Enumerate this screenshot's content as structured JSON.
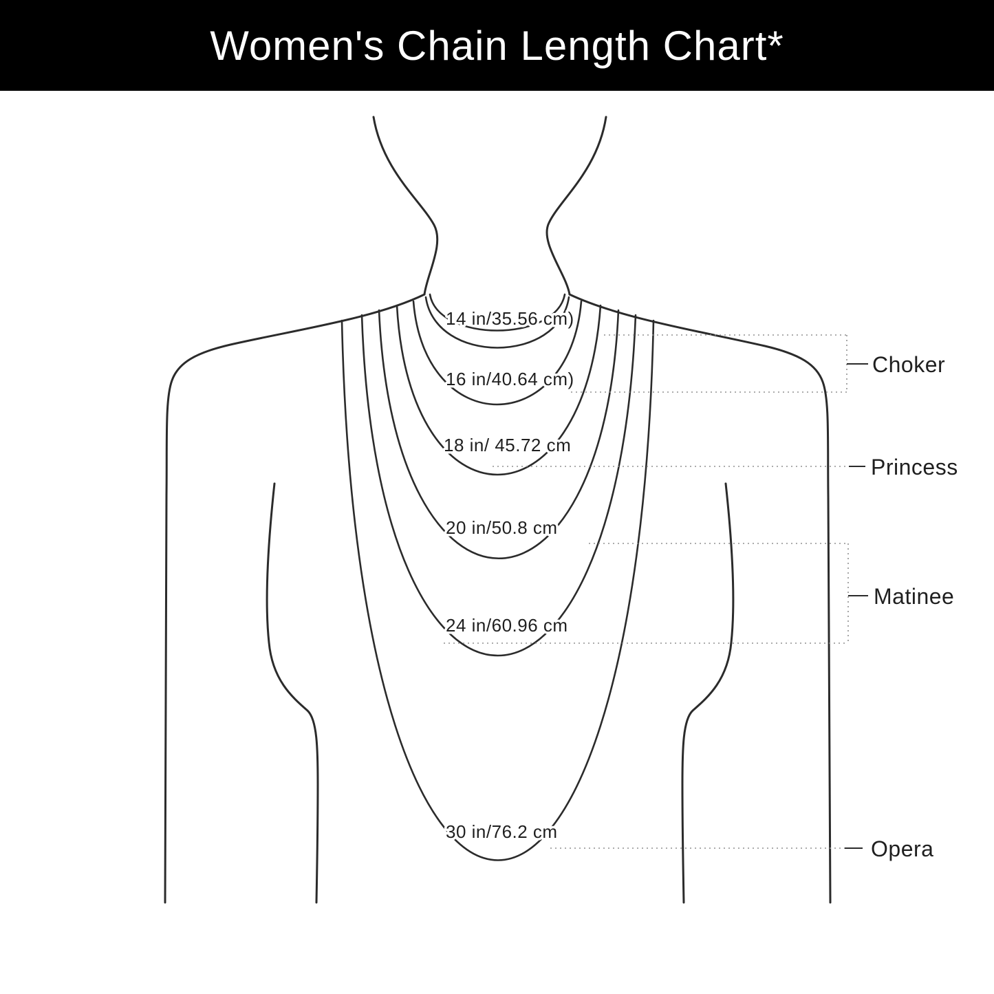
{
  "header": {
    "title": "Women's Chain Length Chart*"
  },
  "chains": [
    {
      "length_label": "14 in/35.56 cm)"
    },
    {
      "length_label": "16 in/40.64 cm)"
    },
    {
      "length_label": "18 in/ 45.72 cm"
    },
    {
      "length_label": "20 in/50.8 cm"
    },
    {
      "length_label": "24 in/60.96 cm"
    },
    {
      "length_label": "30 in/76.2 cm"
    }
  ],
  "styles": [
    {
      "label": "Choker"
    },
    {
      "label": "Princess"
    },
    {
      "label": "Matinee"
    },
    {
      "label": "Opera"
    }
  ],
  "colors": {
    "header_bg": "#000000",
    "header_text": "#ffffff",
    "line": "#2b2b2b",
    "label": "#1f1f1f",
    "leader": "#8f8f8f"
  }
}
